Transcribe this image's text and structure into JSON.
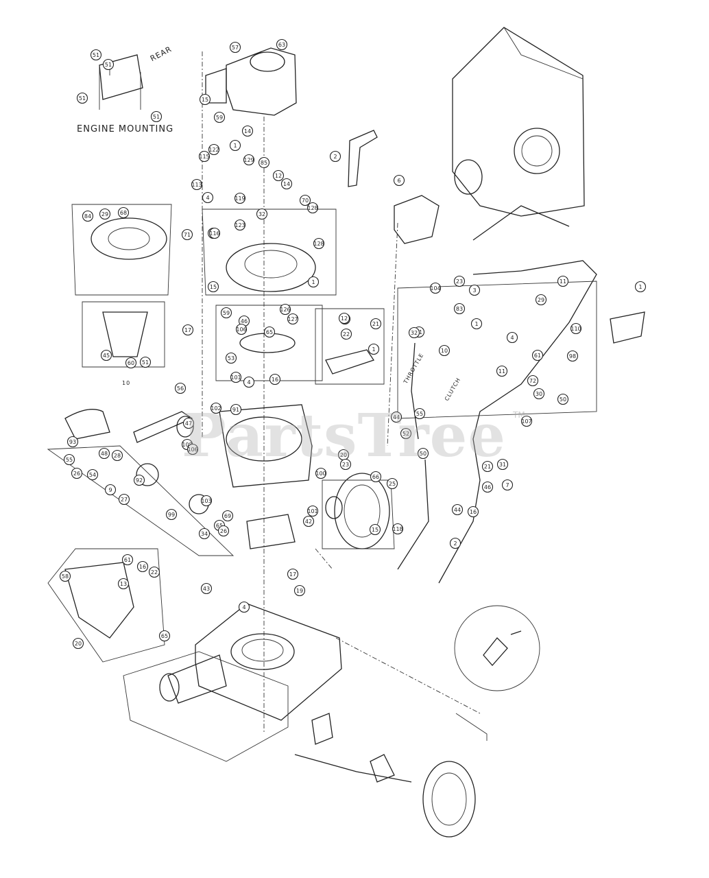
{
  "captions": {
    "engine_mounting": "ENGINE MOUNTING",
    "rear": "REAR",
    "label_10": "10",
    "throttle": "THROTTLE",
    "clutch": "CLUTCH"
  },
  "watermark": {
    "text": "PartsTree",
    "tm": "TM"
  },
  "callouts": [
    "51",
    "51",
    "51",
    "51",
    "57",
    "63",
    "15",
    "59",
    "14",
    "122",
    "1",
    "129",
    "85",
    "115",
    "4",
    "12",
    "14",
    "113",
    "119",
    "70",
    "123",
    "128",
    "32",
    "128",
    "71",
    "84",
    "29",
    "68",
    "71",
    "116",
    "15",
    "1",
    "17",
    "45",
    "60",
    "51",
    "59",
    "46",
    "126",
    "127",
    "106",
    "65",
    "45",
    "53",
    "101",
    "4",
    "16",
    "12",
    "22",
    "21",
    "1",
    "2",
    "6",
    "104",
    "23",
    "11",
    "1",
    "3",
    "83",
    "29",
    "1",
    "11",
    "10",
    "110",
    "4",
    "11",
    "72",
    "30",
    "50",
    "32",
    "61",
    "98",
    "107",
    "44",
    "52",
    "56",
    "47",
    "108",
    "106",
    "102",
    "91",
    "100",
    "101",
    "93",
    "55",
    "26",
    "54",
    "48",
    "28",
    "9",
    "27",
    "92",
    "99",
    "103",
    "69",
    "65",
    "34",
    "26",
    "43",
    "4",
    "17",
    "19",
    "20",
    "23",
    "66",
    "25",
    "118",
    "15",
    "42",
    "44",
    "16",
    "2",
    "46",
    "7",
    "55",
    "50",
    "21",
    "31",
    "58",
    "61",
    "16",
    "22",
    "13",
    "20",
    "65"
  ]
}
